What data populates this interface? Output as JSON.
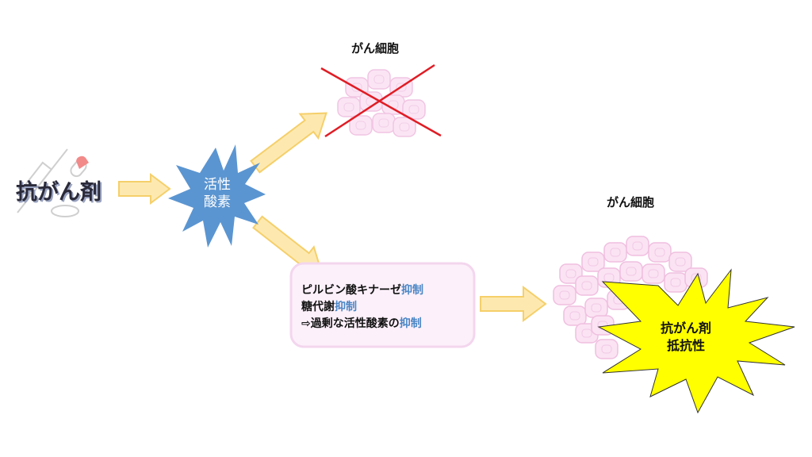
{
  "drug_label": "抗がん剤",
  "ros_label": [
    "活性",
    "酸素"
  ],
  "top_cell_caption": "がん細胞",
  "right_cell_caption": "がん細胞",
  "box_lines": [
    {
      "text": "ピルビン酸キナーゼ",
      "highlight": "抑制"
    },
    {
      "text": "糖代謝",
      "highlight": "抑制"
    },
    {
      "text": "⇨過剰な活性酸素の",
      "highlight": "抑制"
    }
  ],
  "resistance_label": [
    "抗がん剤",
    "抵抗性"
  ],
  "colors": {
    "arrow_fill": "#fde9b0",
    "arrow_stroke": "#f5cf6a",
    "ros_star": "#5b95d1",
    "resist_star": "#ffff00",
    "highlight": "#4a86c5",
    "cross": "#e01c24",
    "box_fill": "#fcf0fa"
  }
}
